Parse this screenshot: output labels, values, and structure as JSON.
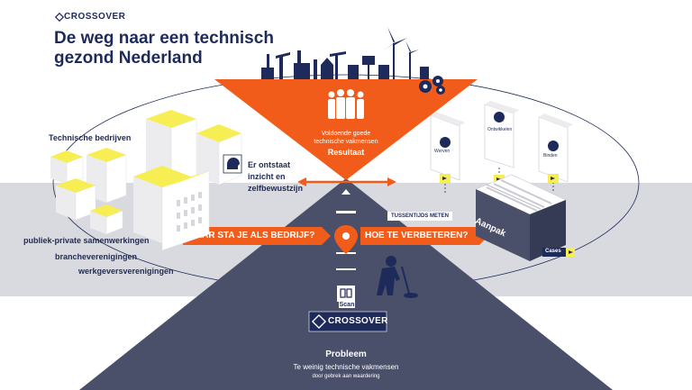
{
  "brand": "CROSSOVER",
  "title_line1": "De weg naar een technisch",
  "title_line2": "gezond Nederland",
  "left_group": "Technische bedrijven",
  "stakeholders": [
    "publiek-private samenwerkingen",
    "brancheverenigingen",
    "werkgeversverenigingen"
  ],
  "insight_lines": [
    "Er ontstaat",
    "inzicht en",
    "zelfbewustzijn"
  ],
  "result": {
    "caption_line1": "Voldoende goede",
    "caption_line2": "technische vakmensen",
    "label": "Resultaat"
  },
  "arrow_left_label": "WAAR STA JE ALS BEDRIJF?",
  "arrow_right_label": "HOE TE VERBETEREN?",
  "interim_label": "TUSSENTIJDS METEN",
  "scan_label": "Scan",
  "cards": [
    "Werven",
    "Ontwikkelen",
    "Binden"
  ],
  "box_label": "Aanpak",
  "cases_label": "Cases",
  "problem": {
    "label": "Probleem",
    "line1": "Te weinig technische vakmensen",
    "line2": "door gebrek aan waardering"
  },
  "colors": {
    "navy": "#1e2a5a",
    "orange": "#f25c1b",
    "yellow": "#f6ee52",
    "gray_band": "#d9dadf",
    "road": "#4a4f6a"
  }
}
